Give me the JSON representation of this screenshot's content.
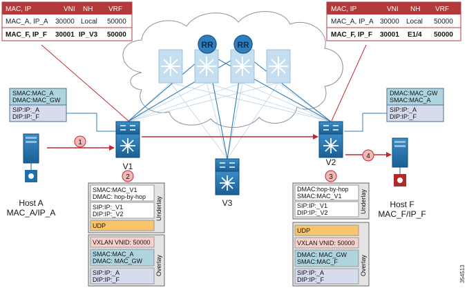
{
  "route_tables": [
    {
      "columns": [
        "MAC, IP",
        "VNI",
        "NH",
        "VRF"
      ],
      "rows": [
        [
          "MAC_A, IP_A",
          "30000",
          "Local",
          "50000"
        ],
        [
          "MAC_F, IP_F",
          "30001",
          "IP_V3",
          "50000"
        ]
      ]
    },
    {
      "columns": [
        "MAC, IP",
        "VNI",
        "NH",
        "VRF"
      ],
      "rows": [
        [
          "MAC_A, IP_A",
          "30000",
          "Local",
          "50000"
        ],
        [
          "MAC_F, IP_F",
          "30001",
          "E1/4",
          "50000"
        ]
      ]
    }
  ],
  "nodes": {
    "rr1": "RR",
    "rr2": "RR",
    "v1": "V1",
    "v2": "V2",
    "v3": "V3",
    "host_a": [
      "Host A",
      "MAC_A/IP_A"
    ],
    "host_f": [
      "Host F",
      "MAC_F/IP_F"
    ]
  },
  "steps": [
    "1",
    "2",
    "3",
    "4"
  ],
  "host_a_frame": {
    "l2": [
      "SMAC:MAC_A",
      "DMAC:MAC_GW"
    ],
    "l3": [
      "SIP:IP:_A",
      "DIP:IP:_F"
    ]
  },
  "host_f_frame": {
    "l2": [
      "DMAC:MAC_GW",
      "SMAC:MAC_A"
    ],
    "l3": [
      "SIP:IP:_A",
      "DIP:IP:_F"
    ]
  },
  "packet_v1": {
    "underlay_label": "Underlay",
    "overlay_label": "Overlay",
    "outer_l2": [
      "SMAC:MAC_V1",
      "DMAC: hop-by-hop"
    ],
    "outer_l3": [
      "SIP:IP:_V1",
      "DIP:IP:_V2"
    ],
    "udp": "UDP",
    "vxlan": "VXLAN VNID: 50000",
    "inner_l2": [
      "SMAC:MAC_A",
      "DMAC: MAC_GW"
    ],
    "inner_l3": [
      "SIP:IP:_A",
      "DIP:IP:_F"
    ]
  },
  "packet_v2": {
    "underlay_label": "Underlay",
    "overlay_label": "Overlay",
    "outer_l2": [
      "DMAC:hop-by-hop",
      "SMAC:MAC_V1"
    ],
    "outer_l3": [
      "SIP:IP:_V1",
      "DIP:IP:_V2"
    ],
    "udp": "UDP",
    "vxlan": "VXLAN VNID: 50000",
    "inner_l2": [
      "DMAC: MAC_GW",
      "SMAC:MAC_F"
    ],
    "inner_l3": [
      "SIP:IP:_A",
      "DIP:IP:_F"
    ]
  },
  "figure_id": "354513",
  "colors": {
    "device_blue": "#1f6fab",
    "device_light": "#c9e3f2",
    "link_blue": "#2d7bb5",
    "flow_red": "#c0282e",
    "step_fill": "#f2b8b8",
    "table_border": "#b33a3a",
    "header_red": "#b33a3a",
    "l2_fill": "#aed4e0",
    "l3_fill": "#d6dbee",
    "udp_fill": "#f9c56c",
    "vxlan_fill": "#f7d0cc",
    "stack_fill": "#e4e4e4"
  }
}
